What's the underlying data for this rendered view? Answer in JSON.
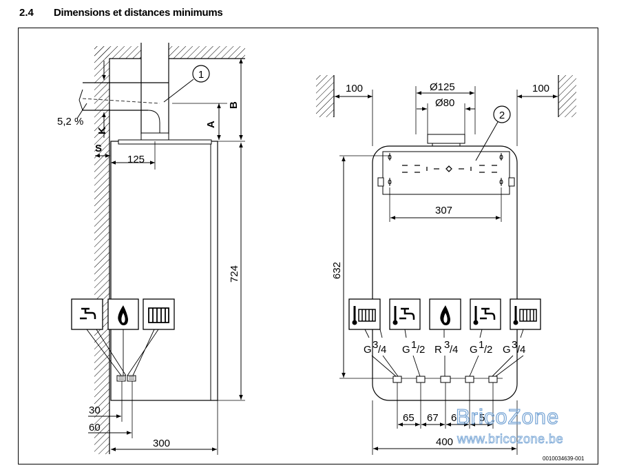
{
  "header": {
    "section_number": "2.4",
    "title": "Dimensions et distances minimums"
  },
  "left_view": {
    "callout": "1",
    "slope": "5,2 %",
    "labels": {
      "K": "K",
      "S": "S",
      "A": "A",
      "B": "B"
    },
    "dims": {
      "flue_offset": "125",
      "height": "724",
      "conn_30": "30",
      "conn_60": "60",
      "width": "300"
    }
  },
  "right_view": {
    "callout": "2",
    "dims": {
      "left_clearance": "100",
      "right_clearance": "100",
      "diam_outer": "Ø125",
      "diam_inner": "Ø80",
      "bracket_span": "307",
      "height_632": "632",
      "pitch_65": "65",
      "pitch_67": "67",
      "pitch_6a": "6",
      "pitch_6b": "5",
      "width_400": "400"
    },
    "connections": [
      {
        "prefix": "G ",
        "num": "3",
        "den": "4"
      },
      {
        "prefix": "G ",
        "num": "1",
        "den": "2"
      },
      {
        "prefix": "R ",
        "num": "3",
        "den": "4"
      },
      {
        "prefix": "G ",
        "num": "1",
        "den": "2"
      },
      {
        "prefix": "G ",
        "num": "3",
        "den": "4"
      }
    ]
  },
  "watermark": {
    "brand": "BricoZone",
    "url": "www.bricozone.be"
  },
  "figure_id": "0010034639-001"
}
